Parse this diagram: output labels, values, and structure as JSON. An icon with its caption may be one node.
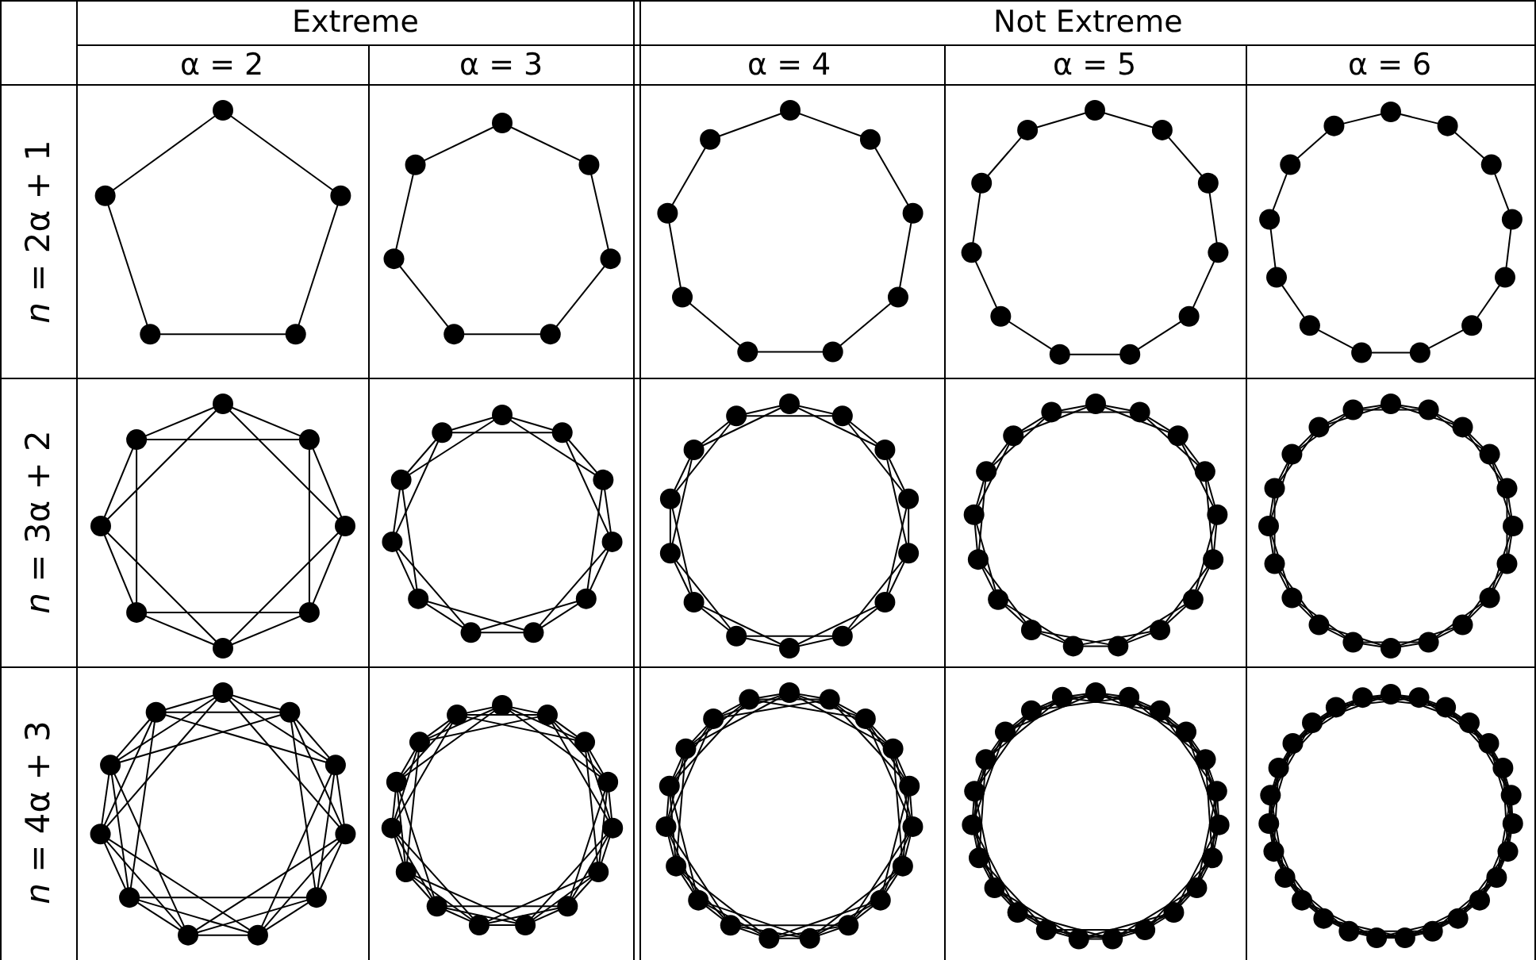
{
  "diagram": {
    "labels": [
      "Extreme",
      "Not Extreme",
      "α = 2",
      "α = 3",
      "α = 4",
      "α = 5",
      "α = 6",
      "*n* = 2α + 1",
      "*n* = 3α + 2",
      "*n* = 4α + 3"
    ]
  }
}
